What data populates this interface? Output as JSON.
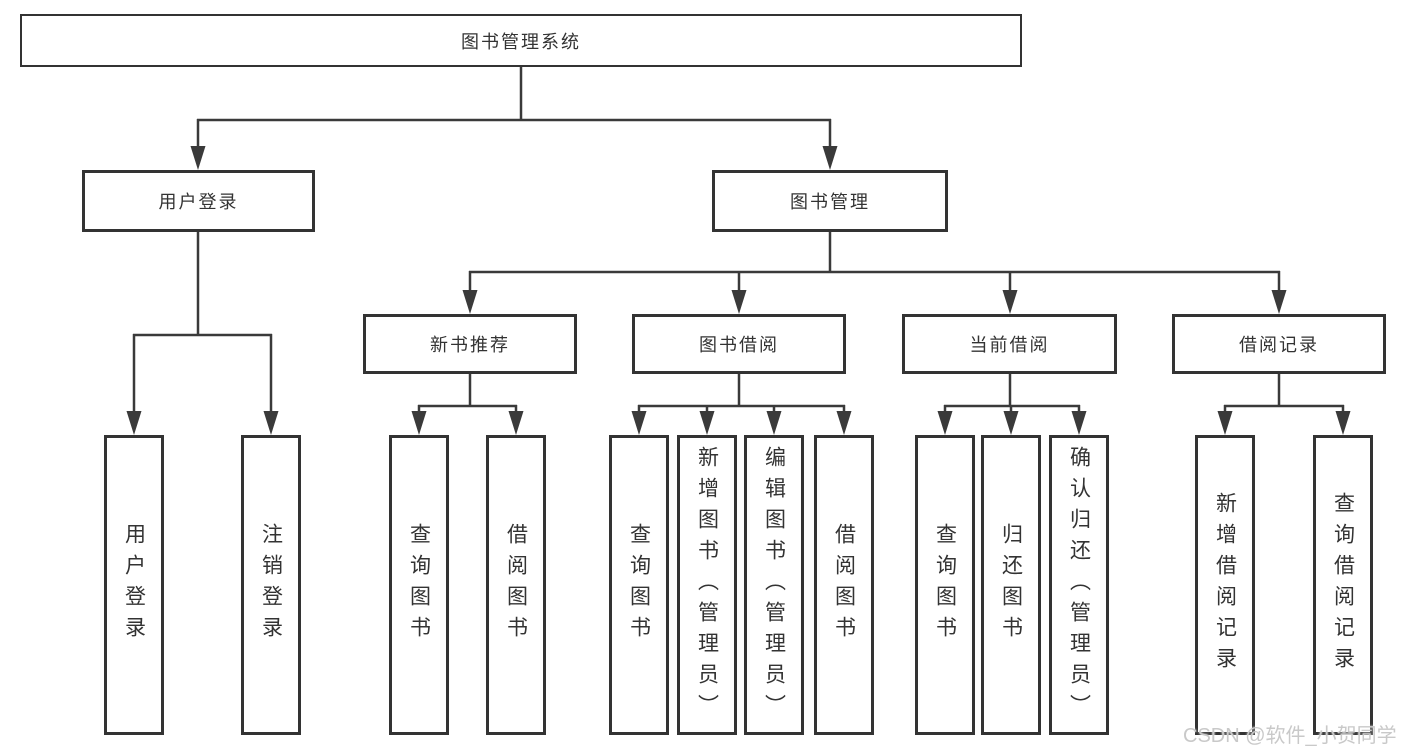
{
  "diagram": {
    "type": "org-tree-diagram",
    "root": {
      "label": "图书管理系统",
      "children": [
        {
          "label": "用户登录",
          "children": [
            {
              "label": "用户登录"
            },
            {
              "label": "注销登录"
            }
          ]
        },
        {
          "label": "图书管理",
          "children": [
            {
              "label": "新书推荐",
              "children": [
                {
                  "label": "查询图书"
                },
                {
                  "label": "借阅图书"
                }
              ]
            },
            {
              "label": "图书借阅",
              "children": [
                {
                  "label": "查询图书"
                },
                {
                  "label": "新增图书（管理员）"
                },
                {
                  "label": "编辑图书（管理员）"
                },
                {
                  "label": "借阅图书"
                }
              ]
            },
            {
              "label": "当前借阅",
              "children": [
                {
                  "label": "查询图书"
                },
                {
                  "label": "归还图书"
                },
                {
                  "label": "确认归还（管理员）"
                }
              ]
            },
            {
              "label": "借阅记录",
              "children": [
                {
                  "label": "新增借阅记录"
                },
                {
                  "label": "查询借阅记录"
                }
              ]
            }
          ]
        }
      ]
    },
    "watermark": "CSDN @软件_小贺同学",
    "colors": {
      "line": "#3a3a3a",
      "border": "#333333",
      "text": "#333333",
      "background": "#ffffff",
      "watermark": "#c9c9c9"
    }
  }
}
